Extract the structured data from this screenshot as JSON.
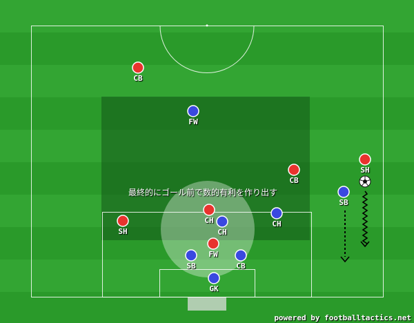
{
  "colors": {
    "red_team": "#e8332e",
    "blue_team": "#3a49e0",
    "line": "#ffffff"
  },
  "caption": "最終的にゴール前で数的有利を作り出す",
  "credit": "powered by footballtactics.net",
  "icons": {
    "ball": "soccer-ball-icon"
  },
  "players": [
    {
      "team": "red",
      "role": "CB"
    },
    {
      "team": "blue",
      "role": "FW"
    },
    {
      "team": "red",
      "role": "CB"
    },
    {
      "team": "red",
      "role": "SH"
    },
    {
      "team": "blue",
      "role": "SB"
    },
    {
      "team": "red",
      "role": "SH"
    },
    {
      "team": "red",
      "role": "CH"
    },
    {
      "team": "blue",
      "role": "CH"
    },
    {
      "team": "blue",
      "role": "CH"
    },
    {
      "team": "red",
      "role": "FW"
    },
    {
      "team": "blue",
      "role": "SB"
    },
    {
      "team": "blue",
      "role": "CB"
    },
    {
      "team": "blue",
      "role": "GK"
    }
  ]
}
